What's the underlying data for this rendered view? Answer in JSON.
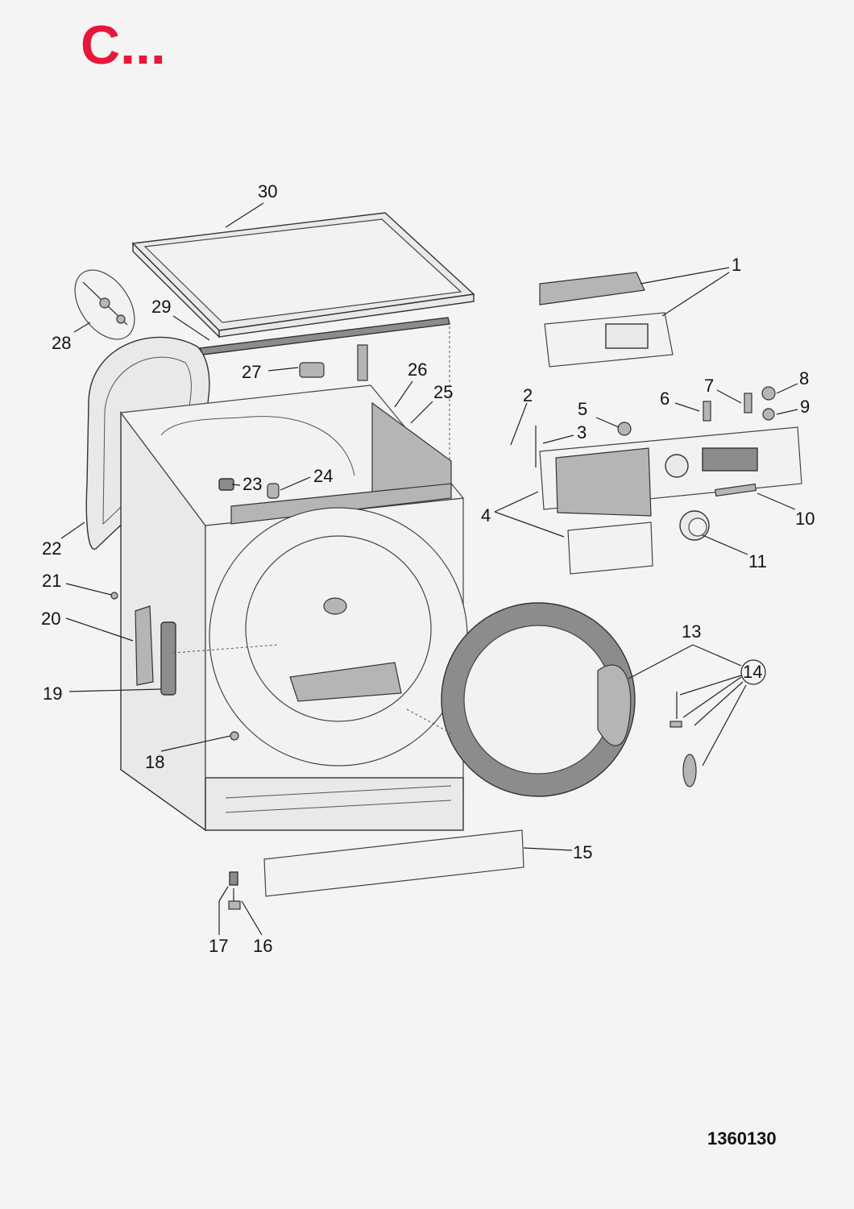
{
  "header": {
    "section_letter": "C...",
    "accent_color": "#e8173a"
  },
  "footer": {
    "document_number": "1360130"
  },
  "callouts": [
    {
      "id": "1",
      "label": "1"
    },
    {
      "id": "2",
      "label": "2"
    },
    {
      "id": "3",
      "label": "3"
    },
    {
      "id": "4",
      "label": "4"
    },
    {
      "id": "5",
      "label": "5"
    },
    {
      "id": "6",
      "label": "6"
    },
    {
      "id": "7",
      "label": "7"
    },
    {
      "id": "8",
      "label": "8"
    },
    {
      "id": "9",
      "label": "9"
    },
    {
      "id": "10",
      "label": "10"
    },
    {
      "id": "11",
      "label": "11"
    },
    {
      "id": "13",
      "label": "13"
    },
    {
      "id": "14",
      "label": "14"
    },
    {
      "id": "15",
      "label": "15"
    },
    {
      "id": "16",
      "label": "16"
    },
    {
      "id": "17",
      "label": "17"
    },
    {
      "id": "18",
      "label": "18"
    },
    {
      "id": "19",
      "label": "19"
    },
    {
      "id": "20",
      "label": "20"
    },
    {
      "id": "21",
      "label": "21"
    },
    {
      "id": "22",
      "label": "22"
    },
    {
      "id": "23",
      "label": "23"
    },
    {
      "id": "24",
      "label": "24"
    },
    {
      "id": "25",
      "label": "25"
    },
    {
      "id": "26",
      "label": "26"
    },
    {
      "id": "27",
      "label": "27"
    },
    {
      "id": "28",
      "label": "28"
    },
    {
      "id": "29",
      "label": "29"
    },
    {
      "id": "30",
      "label": "30"
    }
  ]
}
